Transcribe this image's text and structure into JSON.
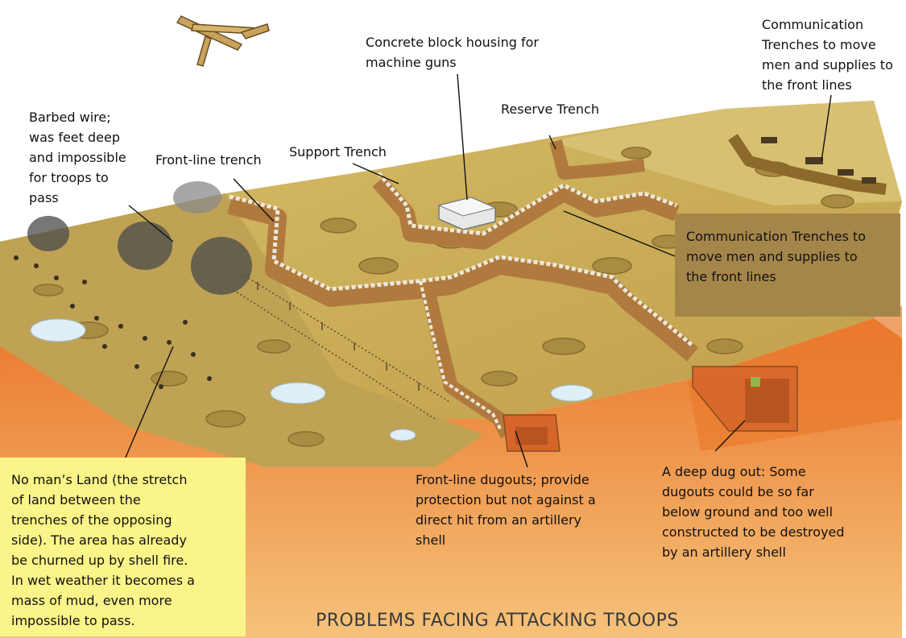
{
  "title": "PROBLEMS FACING ATTACKING TROOPS",
  "labels": {
    "barbed_wire": "Barbed wire;\nwas feet deep\nand impossible\nfor troops to\npass",
    "front_line_trench": "Front-line trench",
    "support_trench": "Support Trench",
    "concrete_block": "Concrete block housing for\nmachine guns",
    "reserve_trench": "Reserve Trench",
    "communication_top": "Communication\nTrenches to move\nmen and supplies to\nthe front lines",
    "communication_box": "Communication Trenches to\nmove men and supplies to\nthe front lines",
    "no_mans_land": "No man’s Land (the stretch\nof land between the\ntrenches of the opposing\nside).  The area has already\nbe churned up by shell fire.\nIn wet weather it becomes a\nmass of mud, even more\nimpossible to pass.",
    "front_line_dugouts": "Front-line dugouts; provide\nprotection but not against a\ndirect hit from an artillery\nshell",
    "deep_dugout": "A deep dug out: Some\ndugouts could be so far\nbelow ground and too well\nconstructed to be destroyed\nby an artillery shell"
  },
  "colors": {
    "ground_top": "#c9ad55",
    "ground_side": "#e9742a",
    "trench_wall": "#b07a3e",
    "sandbag": "#ece8dc",
    "yellow_box": "#fbf488",
    "olive_box": "#a5864a",
    "water": "#dfeef7",
    "smoke": "#4a4a4a"
  }
}
